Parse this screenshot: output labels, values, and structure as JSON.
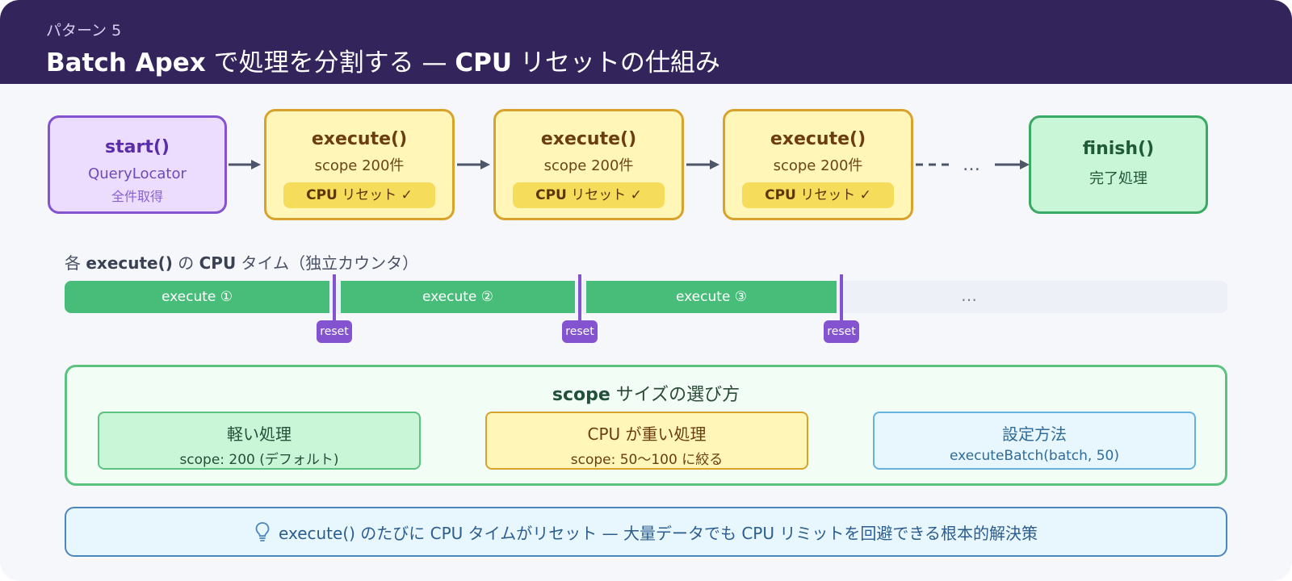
{
  "header": {
    "eyebrow": "パターン 5",
    "title_bold": "Batch Apex",
    "title_rest": " で処理を分割する — ",
    "title_bold2": "CPU",
    "title_rest2": " リセットの仕組み"
  },
  "flow": {
    "start": {
      "label": "start()",
      "sub1": "QueryLocator",
      "sub2": "全件取得"
    },
    "executes": [
      {
        "label": "execute()",
        "sub1": "scope 200件",
        "badge_bold": "CPU",
        "badge_rest": " リセット ✓"
      },
      {
        "label": "execute()",
        "sub1": "scope 200件",
        "badge_bold": "CPU",
        "badge_rest": " リセット ✓"
      },
      {
        "label": "execute()",
        "sub1": "scope 200件",
        "badge_bold": "CPU",
        "badge_rest": " リセット ✓"
      }
    ],
    "ellipsis": "…",
    "finish": {
      "label": "finish()",
      "sub1": "完了処理"
    }
  },
  "timeline": {
    "title_pre": "各 ",
    "title_bold": "execute()",
    "title_mid": " の ",
    "title_bold2": "CPU",
    "title_post": " タイム（独立カウンタ）",
    "segments": [
      "execute ①",
      "execute ②",
      "execute ③"
    ],
    "more": "…",
    "reset_label": "reset"
  },
  "scope": {
    "title_bold": "scope",
    "title_rest": " サイズの選び方",
    "options": [
      {
        "title": "軽い処理",
        "detail": "scope: 200 (デフォルト)"
      },
      {
        "title": "CPU が重い処理",
        "detail": "scope: 50〜100 に絞る"
      },
      {
        "title": "設定方法",
        "detail": "executeBatch(batch, 50)"
      }
    ]
  },
  "note": {
    "icon": "lightbulb-icon",
    "text": "execute() のたびに CPU タイムがリセット — 大量データでも CPU リミットを回避できる根本的解決策"
  },
  "colors": {
    "header_bg": "#33255b",
    "purple": "#8453d0",
    "yellow_border": "#d9a22c",
    "green": "#48bd79",
    "blue_border": "#4b86bc"
  }
}
